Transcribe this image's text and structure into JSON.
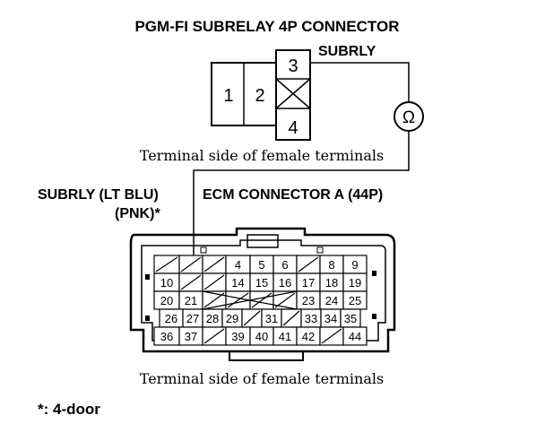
{
  "title": "PGM-FI SUBRELAY 4P CONNECTOR",
  "subrelay": {
    "label": "SUBRLY",
    "pins": [
      "1",
      "2",
      "3",
      "4"
    ],
    "caption": "Terminal side of female terminals"
  },
  "meter": {
    "symbol": "Ω"
  },
  "ecm": {
    "wire_label_1": "SUBRLY (LT BLU)",
    "wire_label_2": "(PNK)*",
    "title": "ECM CONNECTOR A (44P)",
    "caption": "Terminal side of female terminals",
    "row1": [
      "",
      "",
      "",
      "4",
      "5",
      "6",
      "",
      "8",
      "9"
    ],
    "row2": [
      "10",
      "",
      "",
      "14",
      "15",
      "16",
      "17",
      "18",
      "19"
    ],
    "row3": [
      "20",
      "21",
      "",
      "",
      "",
      "",
      "23",
      "24",
      "25"
    ],
    "row4": [
      "26",
      "27",
      "28",
      "29",
      "",
      "31",
      "",
      "33",
      "34",
      "35"
    ],
    "row5": [
      "36",
      "37",
      "",
      "39",
      "40",
      "41",
      "42",
      "",
      "44"
    ]
  },
  "footnote": "*: 4-door"
}
